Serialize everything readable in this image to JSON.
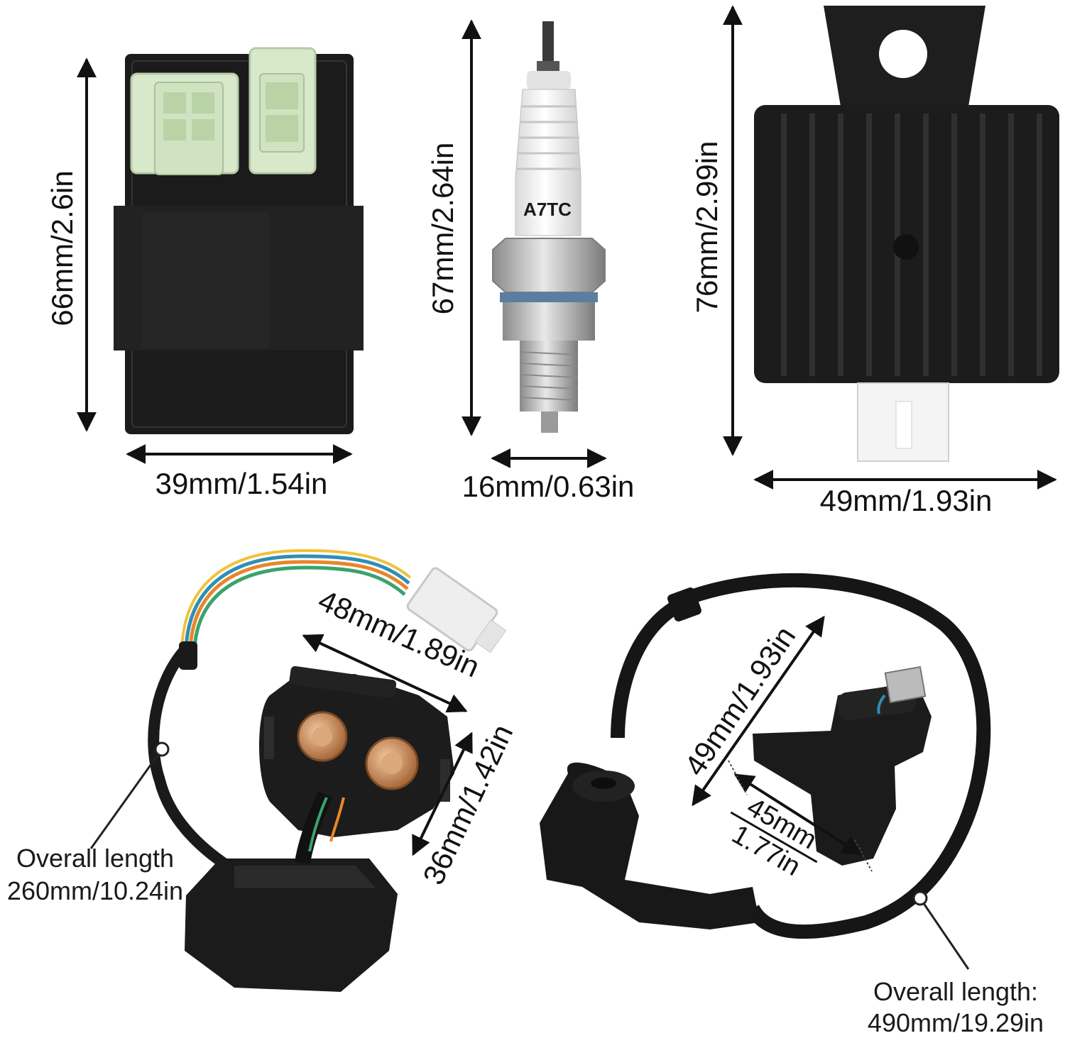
{
  "products": {
    "cdi_box": {
      "height_label": "66mm/2.6in",
      "width_label": "39mm/1.54in"
    },
    "spark_plug": {
      "marking": "A7TC",
      "height_label": "67mm/2.64in",
      "width_label": "16mm/0.63in"
    },
    "regulator": {
      "height_label": "76mm/2.99in",
      "width_label": "49mm/1.93in"
    },
    "starter_relay": {
      "width_label": "48mm/1.89in",
      "height_label": "36mm/1.42in",
      "overall_label_line1": "Overall length",
      "overall_label_line2": "260mm/10.24in"
    },
    "ignition_coil": {
      "height_label": "49mm/1.93in",
      "width_top": "45mm",
      "width_bottom": "1.77in",
      "overall_label_line1": "Overall length:",
      "overall_label_line2": "490mm/19.29in"
    }
  },
  "colors": {
    "part_black": "#1b1b1b",
    "connector_green": "#cfe3c2",
    "porcelain_white": "#f2f2f2",
    "metal_silver": "#b9b9b9",
    "wire_orange": "#e8862a",
    "wire_blue": "#2d8fb5",
    "wire_green": "#3aa36b",
    "copper": "#c98a55"
  }
}
